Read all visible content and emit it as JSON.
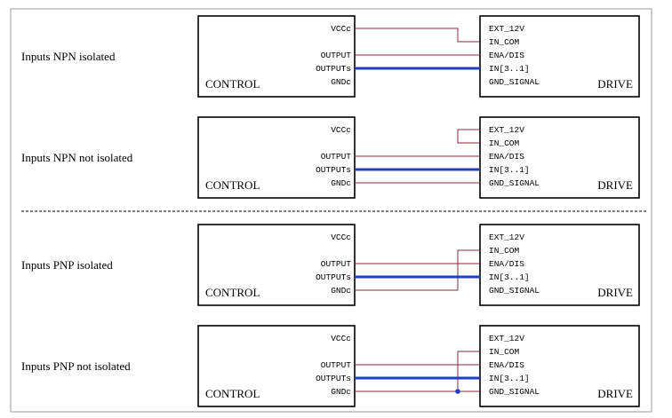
{
  "colors": {
    "thin_wire": "#8b2a3c",
    "bus_wire": "#1f3fbf",
    "frame": "#999999"
  },
  "rows": [
    {
      "label": "Inputs NPN isolated",
      "control": {
        "title": "CONTROL",
        "pins": [
          "VCCc",
          "OUTPUT",
          "OUTPUTs",
          "GNDc"
        ]
      },
      "drive": {
        "title": "DRIVE",
        "pins": [
          "EXT_12V",
          "IN_COM",
          "ENA/DIS",
          "IN[3..1]",
          "GND_SIGNAL"
        ]
      }
    },
    {
      "label": "Inputs NPN not isolated",
      "control": {
        "title": "CONTROL",
        "pins": [
          "VCCc",
          "OUTPUT",
          "OUTPUTs",
          "GNDc"
        ]
      },
      "drive": {
        "title": "DRIVE",
        "pins": [
          "EXT_12V",
          "IN_COM",
          "ENA/DIS",
          "IN[3..1]",
          "GND_SIGNAL"
        ]
      }
    },
    {
      "label": "Inputs PNP isolated",
      "control": {
        "title": "CONTROL",
        "pins": [
          "VCCc",
          "OUTPUT",
          "OUTPUTs",
          "GNDc"
        ]
      },
      "drive": {
        "title": "DRIVE",
        "pins": [
          "EXT_12V",
          "IN_COM",
          "ENA/DIS",
          "IN[3..1]",
          "GND_SIGNAL"
        ]
      }
    },
    {
      "label": "Inputs PNP not isolated",
      "control": {
        "title": "CONTROL",
        "pins": [
          "VCCc",
          "OUTPUT",
          "OUTPUTs",
          "GNDc"
        ]
      },
      "drive": {
        "title": "DRIVE",
        "pins": [
          "EXT_12V",
          "IN_COM",
          "ENA/DIS",
          "IN[3..1]",
          "GND_SIGNAL"
        ]
      }
    }
  ]
}
